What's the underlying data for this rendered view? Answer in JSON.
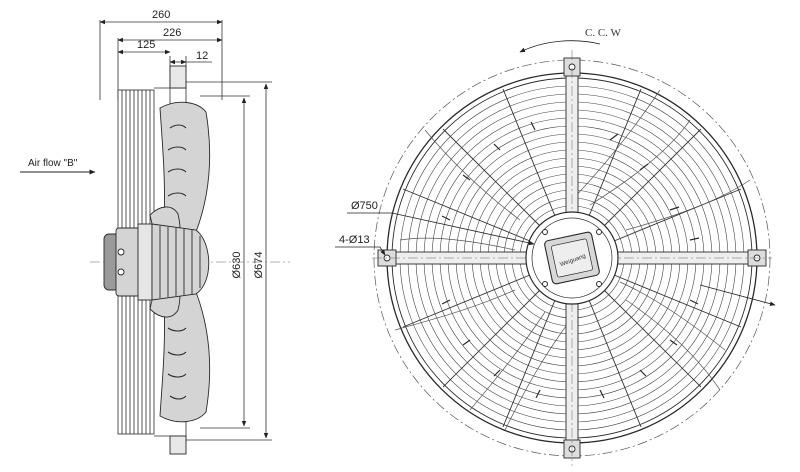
{
  "side_view": {
    "dims": {
      "overall_depth": "260",
      "guard_depth": "226",
      "blade_depth": "125",
      "bracket_width": "12",
      "blade_diameter": "Ø630",
      "guard_diameter": "Ø674"
    },
    "airflow_label": "Air flow \"B\""
  },
  "front_view": {
    "rotation_label": "C. C. W",
    "mount_circle_diameter": "Ø750",
    "mount_holes": "4-Ø13",
    "logo_text": "Weiguang"
  },
  "colors": {
    "line": "#2a2a2a",
    "light": "#777777",
    "fill": "#d4d4d4",
    "dark_fill": "#9a9a9a"
  }
}
